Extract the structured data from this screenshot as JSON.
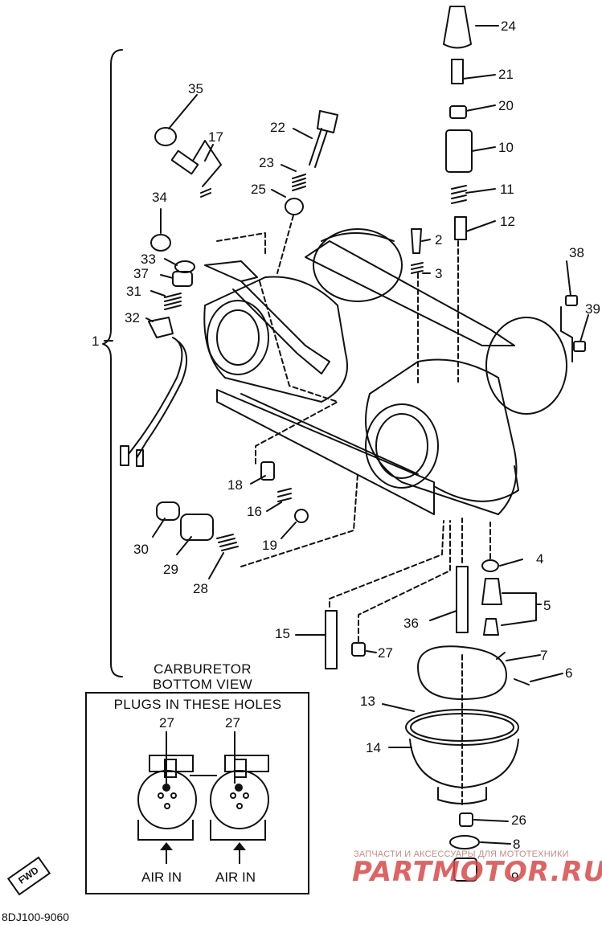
{
  "diagram": {
    "part_numbers": [
      "1",
      "2",
      "3",
      "4",
      "5",
      "6",
      "7",
      "8",
      "9",
      "10",
      "11",
      "12",
      "13",
      "14",
      "15",
      "16",
      "17",
      "18",
      "19",
      "20",
      "21",
      "22",
      "23",
      "24",
      "25",
      "26",
      "27",
      "28",
      "29",
      "30",
      "31",
      "32",
      "33",
      "34",
      "35",
      "36",
      "37",
      "38",
      "39"
    ],
    "inset": {
      "title_line1": "CARBURETOR",
      "title_line2": "BOTTOM VIEW",
      "box_heading": "PLUGS IN THESE HOLES",
      "plug_label_left": "27",
      "plug_label_right": "27",
      "air_in_left": "AIR IN",
      "air_in_right": "AIR IN"
    },
    "fwd_marker": "FWD",
    "drawing_code": "8DJ100-9060",
    "watermark_line1": "ЗАПЧАСТИ И АКСЕССУАРЫ ДЛЯ МОТОТЕХНИКИ",
    "watermark_line2": "PARTMOTOR.RU"
  }
}
